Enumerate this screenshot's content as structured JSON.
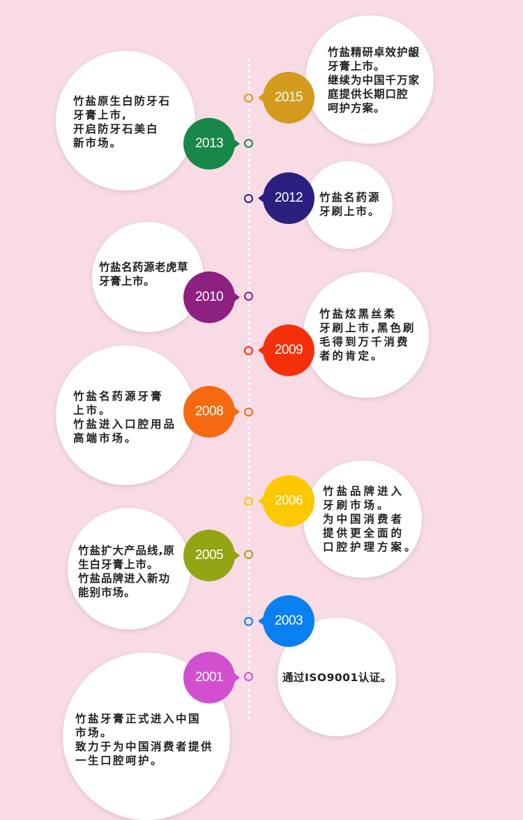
{
  "events": [
    {
      "year": "2015",
      "color": "#d39b1d",
      "text": "竹盐精研卓效护龈\n牙膏上市。\n继续为中国千万家\n庭提供长期口腔\n呵护方案。"
    },
    {
      "year": "2013",
      "color": "#17874a",
      "text": "竹盐原生白防牙石\n牙膏上市,\n开启防牙石美白\n新市场。"
    },
    {
      "year": "2012",
      "color": "#2a2080",
      "text": "竹盐名药源\n牙刷上市。"
    },
    {
      "year": "2010",
      "color": "#8e2080",
      "text": "竹盐名药源老虎草\n牙膏上市。"
    },
    {
      "year": "2009",
      "color": "#f4300a",
      "text": "竹盐炫黑丝柔\n牙刷上市,黑色刷\n毛得到万千消费\n者的肯定。"
    },
    {
      "year": "2008",
      "color": "#f56a10",
      "text": "竹盐名药源牙膏\n上市。\n竹盐进入口腔用品\n高端市场。"
    },
    {
      "year": "2006",
      "color": "#fcc800",
      "text": "竹盐品牌进入\n牙刷市场。\n为中国消费者\n提供更全面的\n口腔护理方案。"
    },
    {
      "year": "2005",
      "color": "#93a515",
      "text": "竹盐扩大产品线,原\n生白牙膏上市。\n竹盐品牌进入新功\n能别市场。"
    },
    {
      "year": "2003",
      "color": "#0a80f0",
      "text": "通过ISO9001认证。"
    },
    {
      "year": "2001",
      "color": "#d24fcf",
      "text": "竹盐牙膏正式进入中国\n市场。\n致力于为中国消费者提供\n一生口腔呵护。"
    }
  ]
}
